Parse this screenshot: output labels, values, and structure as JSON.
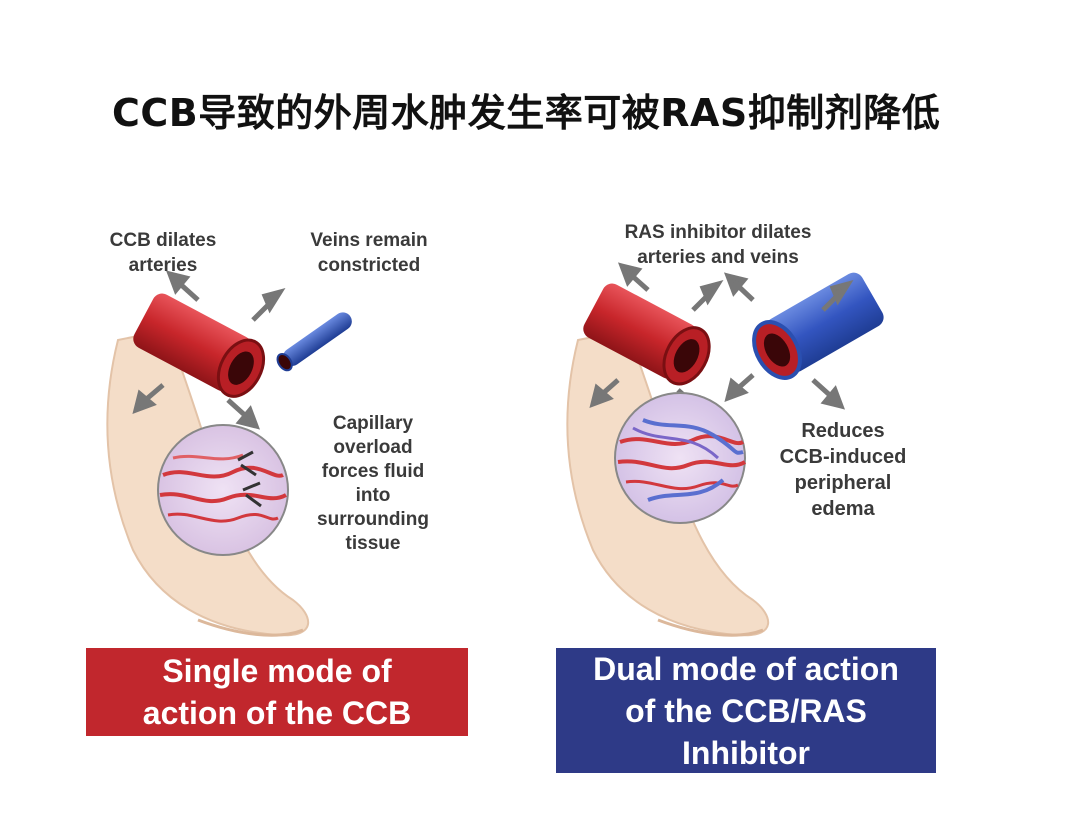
{
  "title": "CCB导致的外周水肿发生率可被RAS抑制剂降低",
  "colors": {
    "artery": "#c8262b",
    "vein": "#2a4fb0",
    "red_box": "#c1272d",
    "blue_box": "#2e3a87",
    "skin": "#f4ddc8"
  },
  "left_panel": {
    "label_artery": "CCB dilates\narteries",
    "label_vein": "Veins remain\nconstricted",
    "label_capillary": "Capillary\noverload\nforces fluid\ninto\nsurrounding\ntissue",
    "caption": "Single mode of\naction of the CCB"
  },
  "right_panel": {
    "label_top": "RAS inhibitor dilates\narteries and veins",
    "label_effect": "Reduces\nCCB-induced\nperipheral\nedema",
    "caption": "Dual mode of action\nof the CCB/RAS\nInhibitor"
  }
}
